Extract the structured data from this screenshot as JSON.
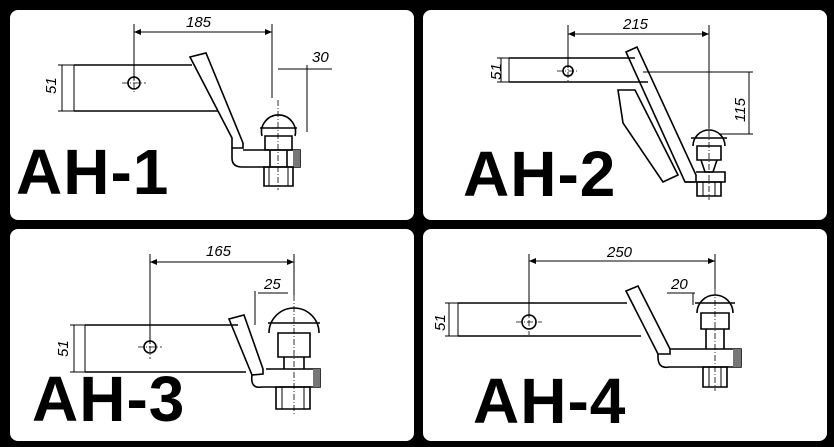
{
  "panels": [
    {
      "label": "AH-1",
      "dim_h": "185",
      "dim_v": "51",
      "dim_s": "30"
    },
    {
      "label": "AH-2",
      "dim_h": "215",
      "dim_v": "51",
      "dim_s": "115"
    },
    {
      "label": "AH-3",
      "dim_h": "165",
      "dim_v": "51",
      "dim_s": "25"
    },
    {
      "label": "AH-4",
      "dim_h": "250",
      "dim_v": "51",
      "dim_s": "20"
    }
  ]
}
